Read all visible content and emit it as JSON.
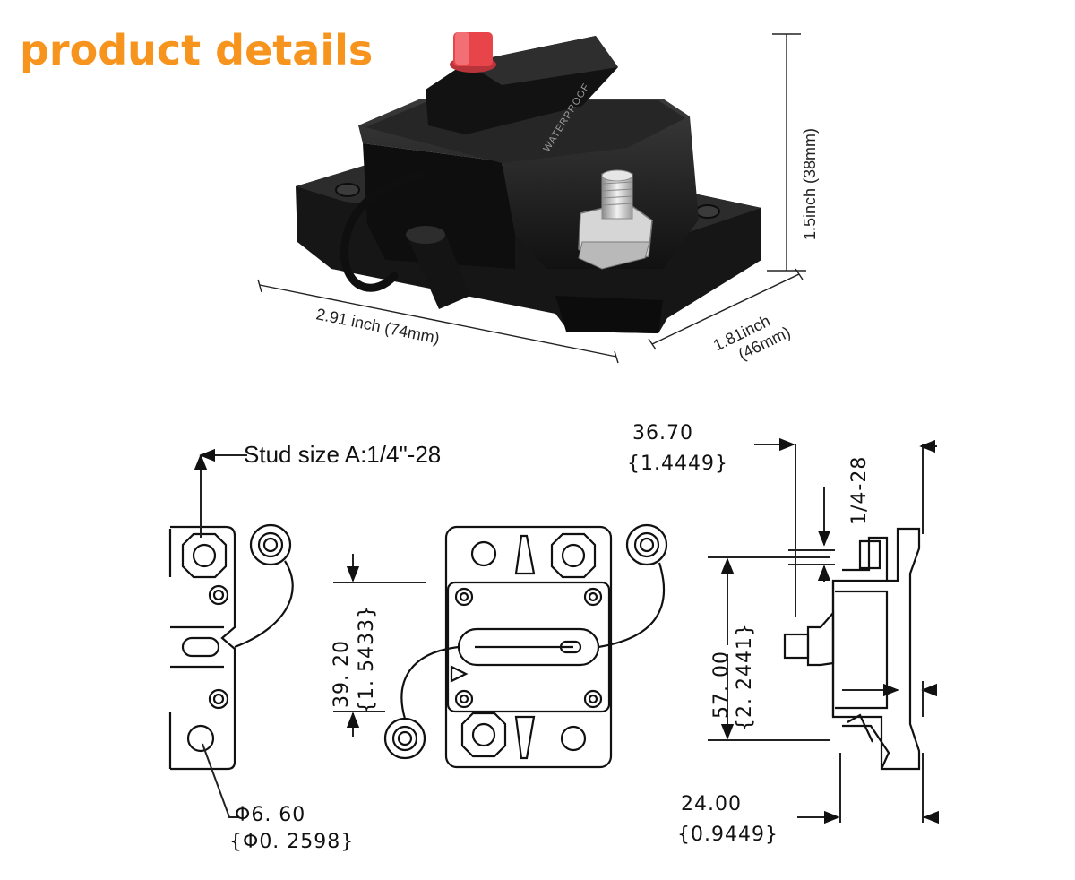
{
  "title": "product details",
  "photo": {
    "embossed_text": "WATERPROOF",
    "dimensions": {
      "length": "2.91 inch (74mm)",
      "width_line1": "1.81inch",
      "width_line2": "(46mm)",
      "height": "1.5inch (38mm)"
    }
  },
  "drawing": {
    "stud_size": "Stud size A:1/4\"-28",
    "hole_dia_mm": "Φ6. 60",
    "hole_dia_in": "{Φ0. 2598}",
    "height_mm": "39. 20",
    "height_in": "{1. 5433}",
    "depth_mm": "36.70",
    "depth_in": "{1.4449}",
    "thread": "1/4-28",
    "length_mm": "57. 00",
    "length_in": "{2. 2441}",
    "base_mm": "24.00",
    "base_in": "{0.9449}"
  },
  "colors": {
    "title": "#f7941d",
    "button_red": "#e8454a",
    "body": "#1b1b1b"
  }
}
